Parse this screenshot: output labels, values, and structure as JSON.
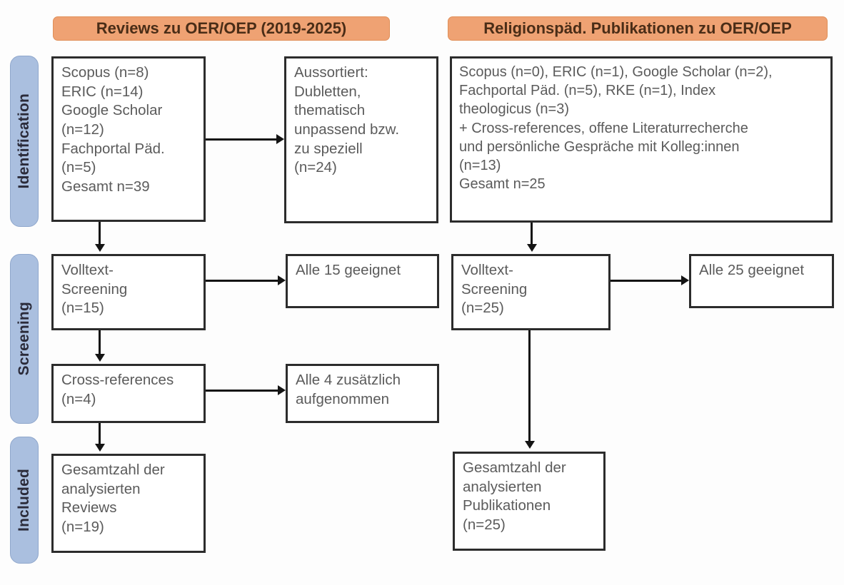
{
  "phases": [
    {
      "id": "identification",
      "label": "Identification"
    },
    {
      "id": "screening",
      "label": "Screening"
    },
    {
      "id": "included",
      "label": "Included"
    }
  ],
  "columns": [
    {
      "id": "reviews",
      "header": "Reviews zu OER/OEP (2019-2025)"
    },
    {
      "id": "religionspaed",
      "header": "Religionspäd. Publikationen zu OER/OEP"
    }
  ],
  "left_column": {
    "identification_sources": {
      "lines": [
        "Scopus (n=8)",
        "ERIC (n=14)",
        "Google Scholar",
        "(n=12)",
        "Fachportal Päd.",
        "(n=5)",
        "Gesamt n=39"
      ]
    },
    "excluded": {
      "lines": [
        "Aussortiert:",
        "Dubletten,",
        "thematisch",
        "unpassend bzw.",
        "zu speziell",
        "(n=24)"
      ]
    },
    "fulltext_screening": {
      "lines": [
        "Volltext-",
        "Screening",
        "(n=15)"
      ]
    },
    "fulltext_result": {
      "lines": [
        "Alle 15 geeignet"
      ]
    },
    "cross_references": {
      "lines": [
        "Cross-references",
        "(n=4)"
      ]
    },
    "cross_references_result": {
      "lines": [
        "Alle 4 zusätzlich",
        "aufgenommen"
      ]
    },
    "included_total": {
      "lines": [
        "Gesamtzahl der",
        "analysierten",
        "Reviews",
        "(n=19)"
      ]
    }
  },
  "right_column": {
    "identification_sources": {
      "lines": [
        "Scopus (n=0), ERIC (n=1), Google Scholar (n=2),",
        "Fachportal Päd. (n=5), RKE (n=1), Index",
        "theologicus (n=3)",
        "+ Cross-references, offene Literaturrecherche",
        "und persönliche Gespräche mit Kolleg:innen",
        "(n=13)",
        "Gesamt n=25"
      ]
    },
    "fulltext_screening": {
      "lines": [
        "Volltext-",
        "Screening",
        "(n=25)"
      ]
    },
    "fulltext_result": {
      "lines": [
        "Alle 25 geeignet"
      ]
    },
    "included_total": {
      "lines": [
        "Gesamtzahl der",
        "analysierten",
        "Publikationen",
        "(n=25)"
      ]
    }
  },
  "colors": {
    "header_orange": "#efa273",
    "phase_blue": "#aabfdf",
    "box_border": "#2c2c2c",
    "text_gray": "#5b5b5b",
    "connector": "#141414"
  }
}
